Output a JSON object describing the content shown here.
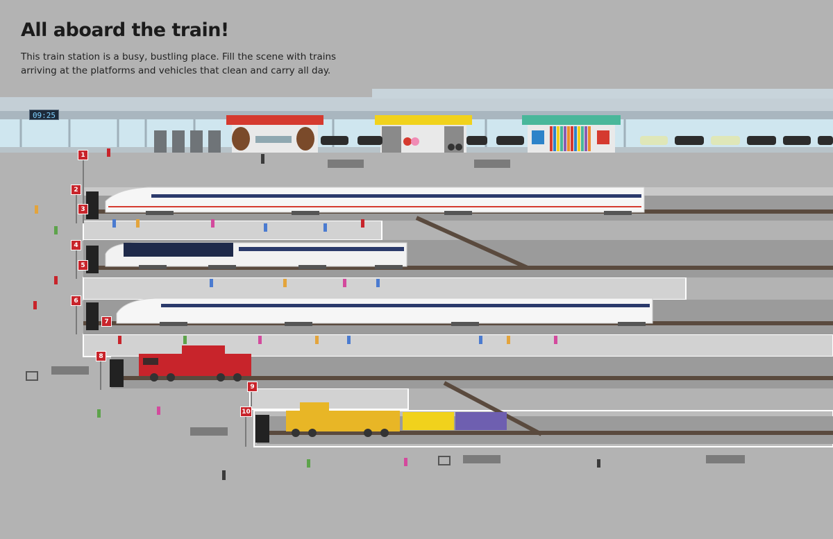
{
  "page": {
    "title": "All aboard the train!",
    "intro_lines": [
      "This train station is a busy, bustling place. Fill the scene with trains",
      "arriving at the platforms and vehicles that clean and carry all day."
    ]
  },
  "station": {
    "clock_time": "09:25",
    "platform_numbers": [
      "1",
      "2",
      "3",
      "4",
      "5",
      "6",
      "7",
      "8",
      "9",
      "10"
    ]
  },
  "colors": {
    "background": "#b3b3b3",
    "platform": "#c9c9c9",
    "track_bed": "#9b9b9b",
    "rail": "#5a4a3e",
    "sign_red": "#c8242b",
    "locomotive_red": "#c8242b",
    "locomotive_yellow": "#e8b626",
    "wagon_purple": "#6e5fb0"
  }
}
